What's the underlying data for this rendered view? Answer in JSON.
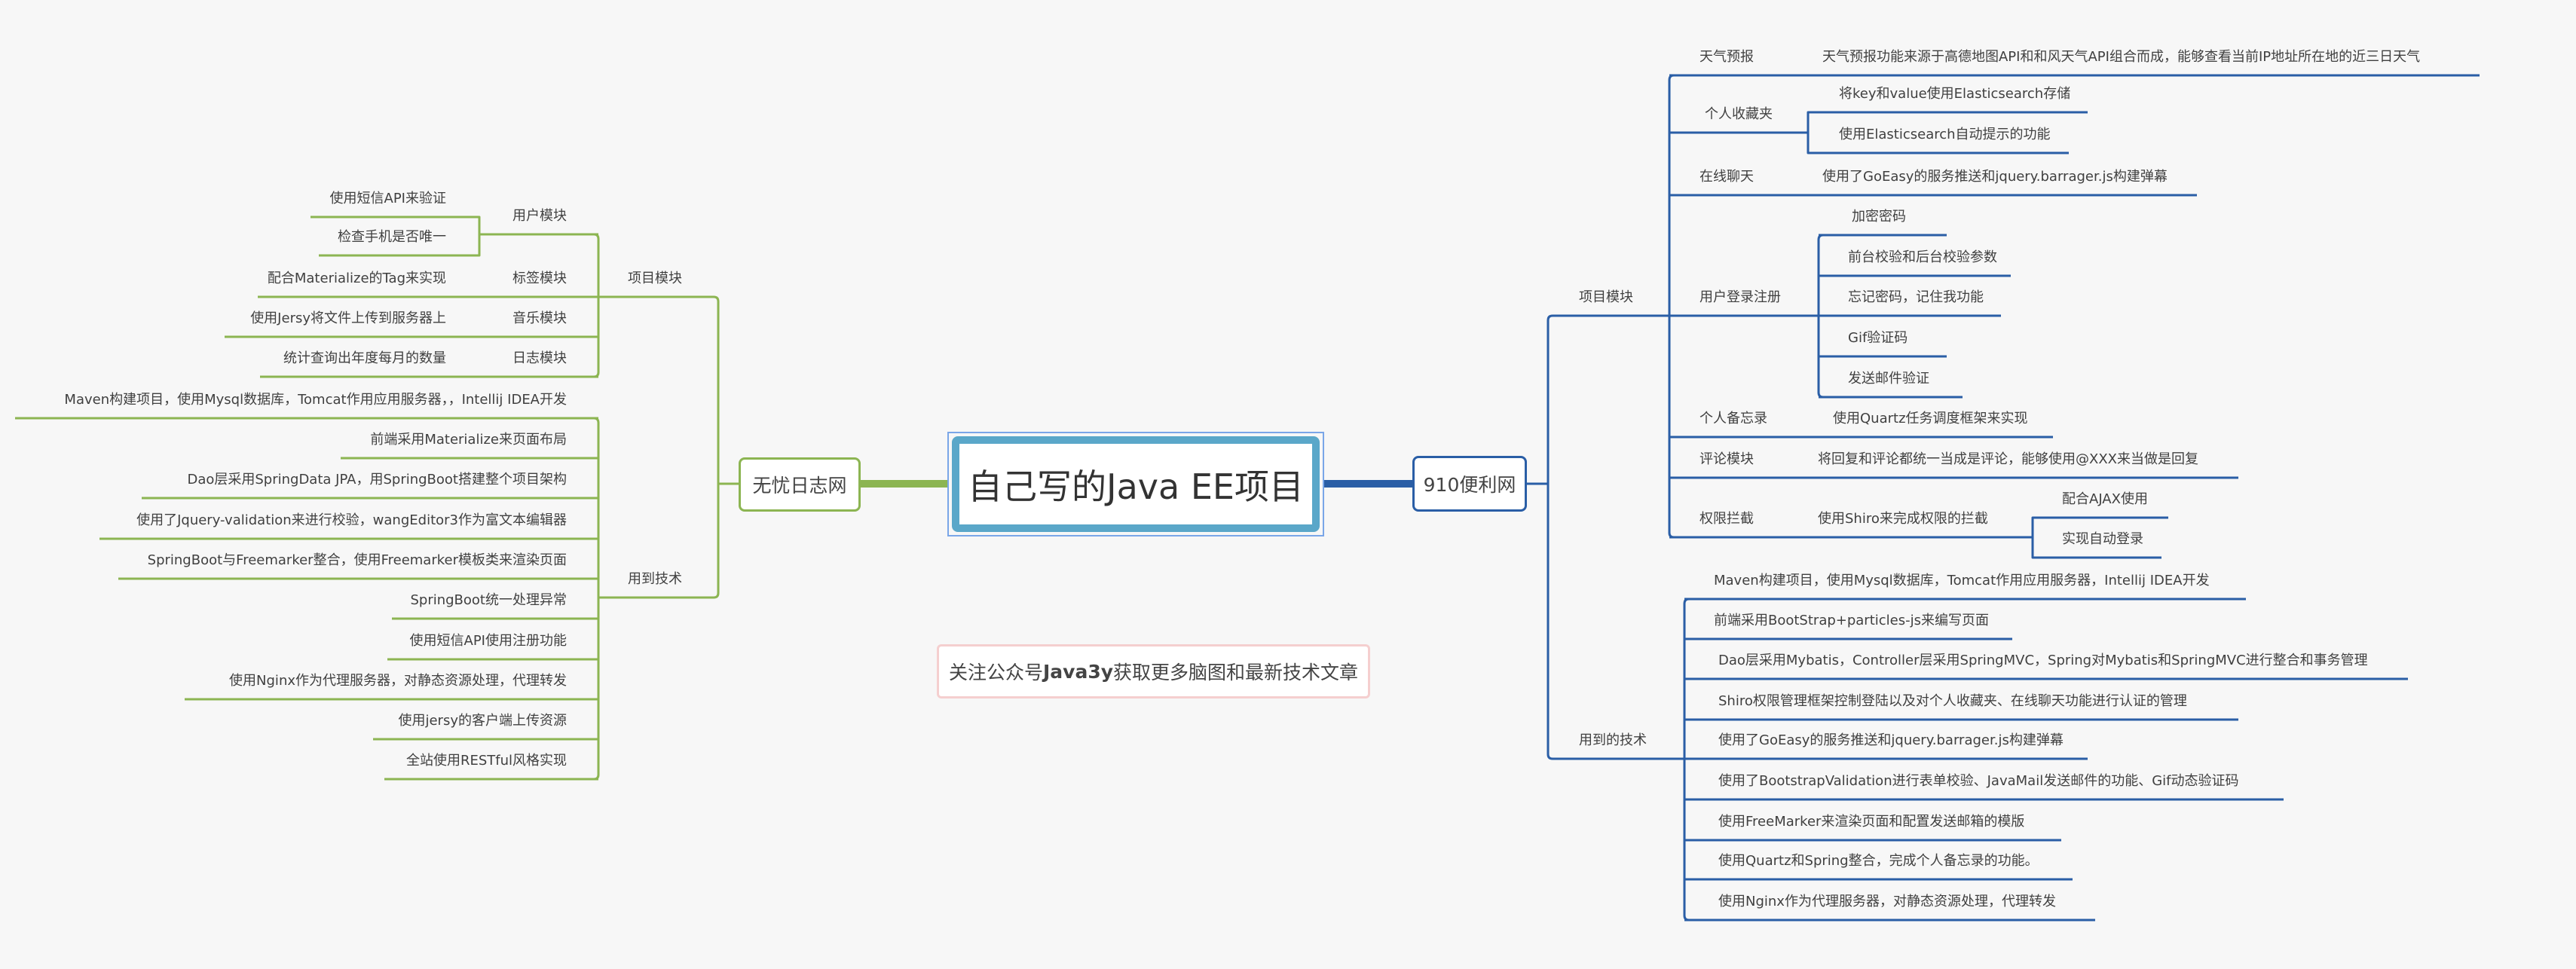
{
  "colors": {
    "background": "#f7f7f7",
    "right_branch": "#2a5ea6",
    "left_branch": "#8cb552",
    "center_border": "#5aa7c9",
    "note_border": "#f5cfcf"
  },
  "center": {
    "title": "自己写的Java EE项目"
  },
  "note": {
    "prefix": "关注公众号",
    "highlight": "Java3y",
    "suffix": "获取更多脑图和最新技术文章"
  },
  "right": {
    "title": "910便利网",
    "project_modules": {
      "label": "项目模块",
      "items": [
        {
          "label": "天气预报",
          "children": [
            "天气预报功能来源于高德地图API和和风天气API组合而成，能够查看当前IP地址所在地的近三日天气"
          ]
        },
        {
          "label": "个人收藏夹",
          "children": [
            "将key和value使用Elasticsearch存储",
            "使用Elasticsearch自动提示的功能"
          ]
        },
        {
          "label": "在线聊天",
          "children": [
            "使用了GoEasy的服务推送和jquery.barrager.js构建弹幕"
          ]
        },
        {
          "label": "用户登录注册",
          "children": [
            "加密密码",
            "前台校验和后台校验参数",
            "忘记密码，记住我功能",
            "Gif验证码",
            "发送邮件验证"
          ]
        },
        {
          "label": "个人备忘录",
          "children": [
            "使用Quartz任务调度框架来实现"
          ]
        },
        {
          "label": "评论模块",
          "children": [
            "将回复和评论都统一当成是评论，能够使用@XXX来当做是回复"
          ]
        },
        {
          "label": "权限拦截",
          "children": [
            "使用Shiro来完成权限的拦截"
          ],
          "grandchildren": [
            "配合AJAX使用",
            "实现自动登录"
          ]
        }
      ]
    },
    "tech": {
      "label": "用到的技术",
      "items": [
        "Maven构建项目，使用Mysql数据库，Tomcat作用应用服务器，Intellij IDEA开发",
        "前端采用BootStrap+particles-js来编写页面",
        "Dao层采用Mybatis，Controller层采用SpringMVC，Spring对Mybatis和SpringMVC进行整合和事务管理",
        "Shiro权限管理框架控制登陆以及对个人收藏夹、在线聊天功能进行认证的管理",
        "使用了GoEasy的服务推送和jquery.barrager.js构建弹幕",
        "使用了BootstrapValidation进行表单校验、JavaMail发送邮件的功能、Gif动态验证码",
        "使用FreeMarker来渲染页面和配置发送邮箱的模版",
        "使用Quartz和Spring整合，完成个人备忘录的功能。",
        "使用Nginx作为代理服务器，对静态资源处理，代理转发"
      ]
    }
  },
  "left": {
    "title": "无忧日志网",
    "project_modules": {
      "label": "项目模块",
      "items": [
        {
          "label": "用户模块",
          "children": [
            "使用短信API来验证",
            "检查手机是否唯一"
          ]
        },
        {
          "label": "标签模块",
          "children": [
            "配合Materialize的Tag来实现"
          ]
        },
        {
          "label": "音乐模块",
          "children": [
            "使用Jersy将文件上传到服务器上"
          ]
        },
        {
          "label": "日志模块",
          "children": [
            "统计查询出年度每月的数量"
          ]
        }
      ]
    },
    "tech": {
      "label": "用到技术",
      "items": [
        "Maven构建项目，使用Mysql数据库，Tomcat作用应用服务器，，Intellij IDEA开发",
        "前端采用Materialize来页面布局",
        "Dao层采用SpringData JPA，用SpringBoot搭建整个项目架构",
        "使用了Jquery-validation来进行校验，wangEditor3作为富文本编辑器",
        "SpringBoot与Freemarker整合，使用Freemarker模板类来渲染页面",
        "SpringBoot统一处理异常",
        "使用短信API使用注册功能",
        "使用Nginx作为代理服务器，对静态资源处理，代理转发",
        "使用jersy的客户端上传资源",
        "全站使用RESTful风格实现"
      ]
    }
  }
}
